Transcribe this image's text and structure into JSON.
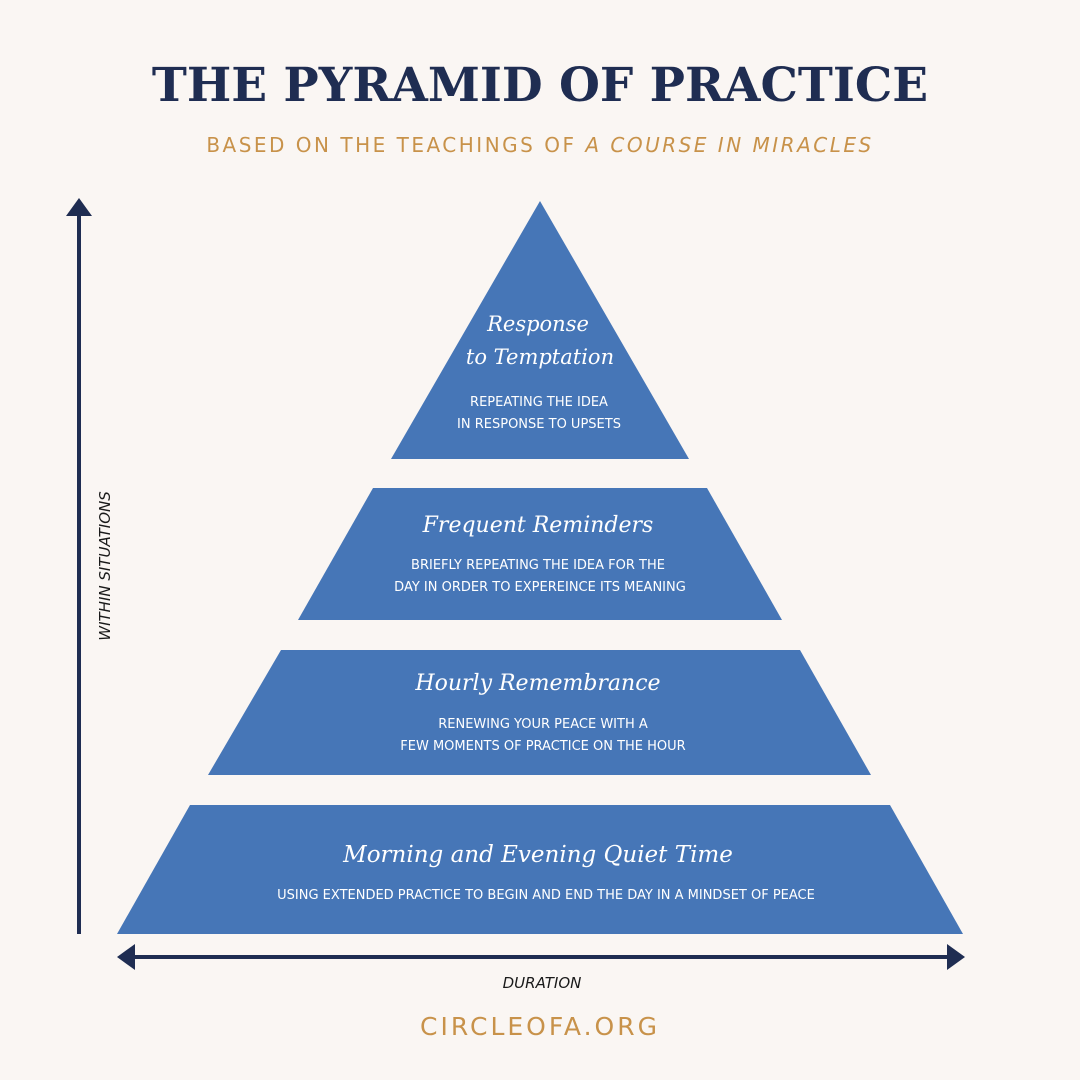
{
  "header": {
    "title": "THE PYRAMID OF PRACTICE",
    "subtitle_prefix": "BASED ON THE TEACHINGS OF ",
    "subtitle_italic": "A COURSE IN MIRACLES"
  },
  "pyramid": {
    "fill_color": "#4676b7",
    "text_color": "#ffffff",
    "tiers": [
      {
        "title_lines": [
          "Response",
          "to Temptation"
        ],
        "desc_lines": [
          "REPEATING THE IDEA",
          "IN RESPONSE TO UPSETS"
        ]
      },
      {
        "title_lines": [
          "Frequent Reminders"
        ],
        "desc_lines": [
          "BRIEFLY REPEATING THE IDEA FOR THE",
          "DAY IN ORDER TO EXPEREINCE ITS MEANING"
        ]
      },
      {
        "title_lines": [
          "Hourly Remembrance"
        ],
        "desc_lines": [
          "RENEWING YOUR PEACE WITH A",
          "FEW MOMENTS OF PRACTICE ON THE HOUR"
        ]
      },
      {
        "title_lines": [
          "Morning and Evening Quiet Time"
        ],
        "desc_lines": [
          "USING EXTENDED PRACTICE TO BEGIN AND END THE DAY IN A MINDSET OF PEACE"
        ]
      }
    ]
  },
  "axes": {
    "color": "#1f2d52",
    "vertical_label": "WITHIN SITUATIONS",
    "horizontal_label": "DURATION"
  },
  "footer": {
    "text": "CIRCLEOFA.ORG"
  },
  "colors": {
    "background": "#faf6f3",
    "navy": "#1f2d52",
    "gold": "#c8924a"
  }
}
